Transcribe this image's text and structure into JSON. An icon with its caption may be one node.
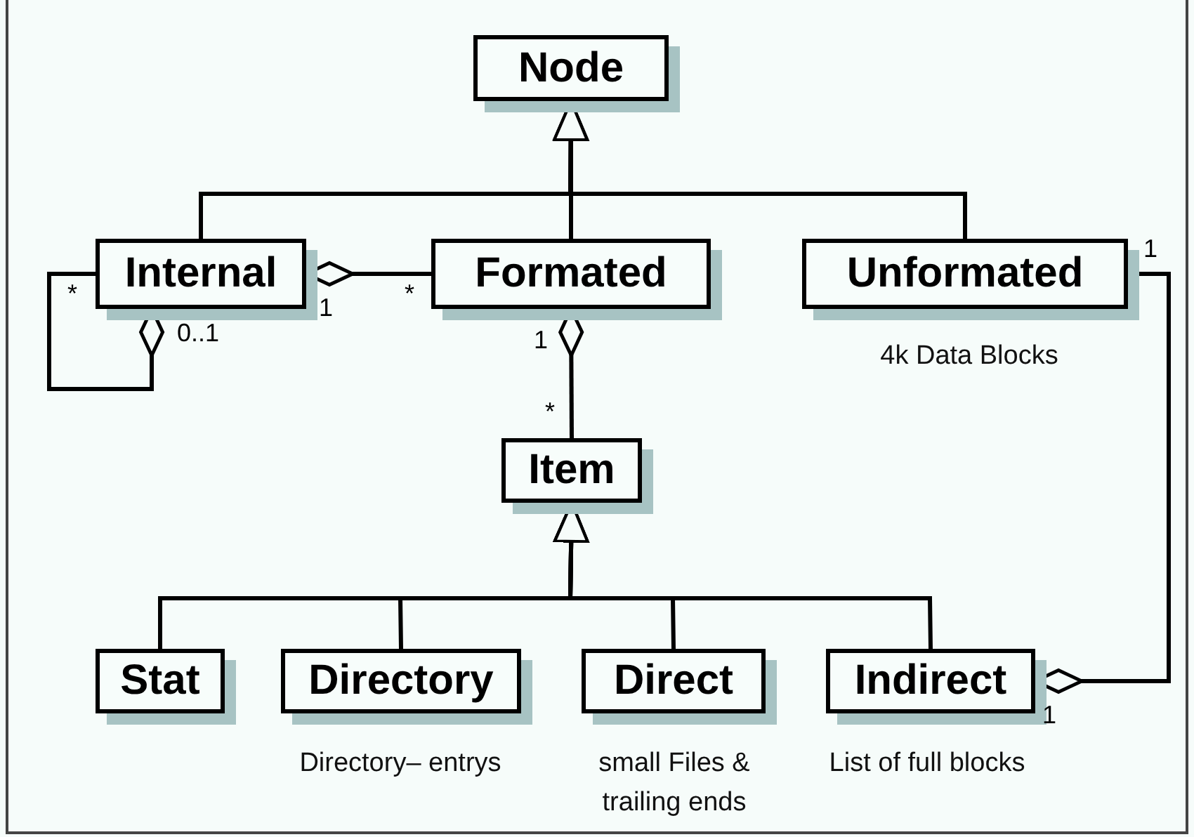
{
  "diagram": {
    "nodes": [
      {
        "text": [
          "Node"
        ]
      },
      {
        "text": [
          "Internal"
        ]
      },
      {
        "text": [
          "Formated"
        ]
      },
      {
        "text": [
          "Unformated"
        ],
        "beside": [
          "4k Data Blocks"
        ]
      },
      {
        "text": [
          "Item"
        ]
      },
      {
        "text": [
          "Stat"
        ]
      },
      {
        "text": [
          "Directory"
        ],
        "beside": [
          "Directory– entrys"
        ]
      },
      {
        "text": [
          "Direct"
        ],
        "beside": [
          "small Files & trailing ends"
        ]
      },
      {
        "text": [
          "Indirect"
        ],
        "beside": [
          "List of full blocks"
        ]
      }
    ],
    "edges": [
      {
        "from": 1,
        "to": 0,
        "arrow": "to"
      },
      {
        "from": 2,
        "to": 0,
        "arrow": "to"
      },
      {
        "from": 3,
        "to": 0,
        "arrow": "to"
      },
      {
        "from": 2,
        "to": 1,
        "arrow": "other"
      },
      {
        "from": 1,
        "to": 1,
        "arrow": "other"
      },
      {
        "from": 4,
        "to": 2,
        "arrow": "other"
      },
      {
        "from": 3,
        "to": 8,
        "arrow": "other"
      },
      {
        "from": 5,
        "to": 4,
        "arrow": "to"
      },
      {
        "from": 6,
        "to": 4,
        "arrow": "to"
      },
      {
        "from": 7,
        "to": 4,
        "arrow": "to"
      },
      {
        "from": 8,
        "to": 4,
        "arrow": "to"
      }
    ],
    "labels": [
      "*",
      "1",
      "*",
      "1",
      "0..1",
      "1",
      "*",
      "1"
    ]
  }
}
